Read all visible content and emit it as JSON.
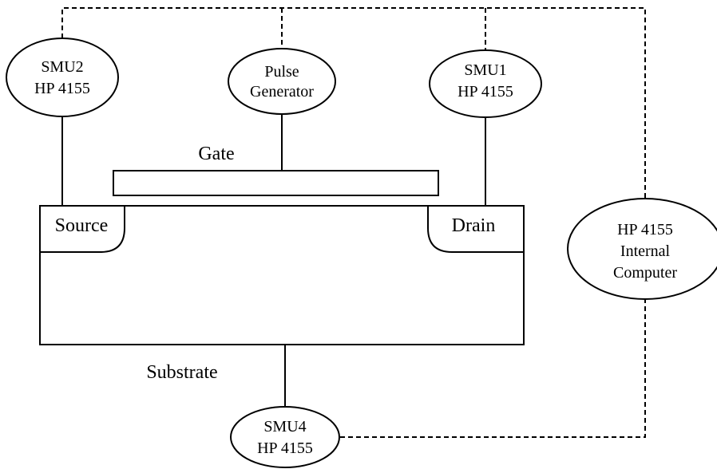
{
  "diagram": {
    "smu2": {
      "line1": "SMU2",
      "line2": "HP 4155"
    },
    "pulse": {
      "line1": "Pulse",
      "line2": "Generator"
    },
    "smu1": {
      "line1": "SMU1",
      "line2": "HP 4155"
    },
    "computer": {
      "line1": "HP 4155",
      "line2": "Internal",
      "line3": "Computer"
    },
    "smu4": {
      "line1": "SMU4",
      "line2": "HP 4155"
    },
    "gate_label": "Gate",
    "source_label": "Source",
    "drain_label": "Drain",
    "substrate_label": "Substrate"
  }
}
